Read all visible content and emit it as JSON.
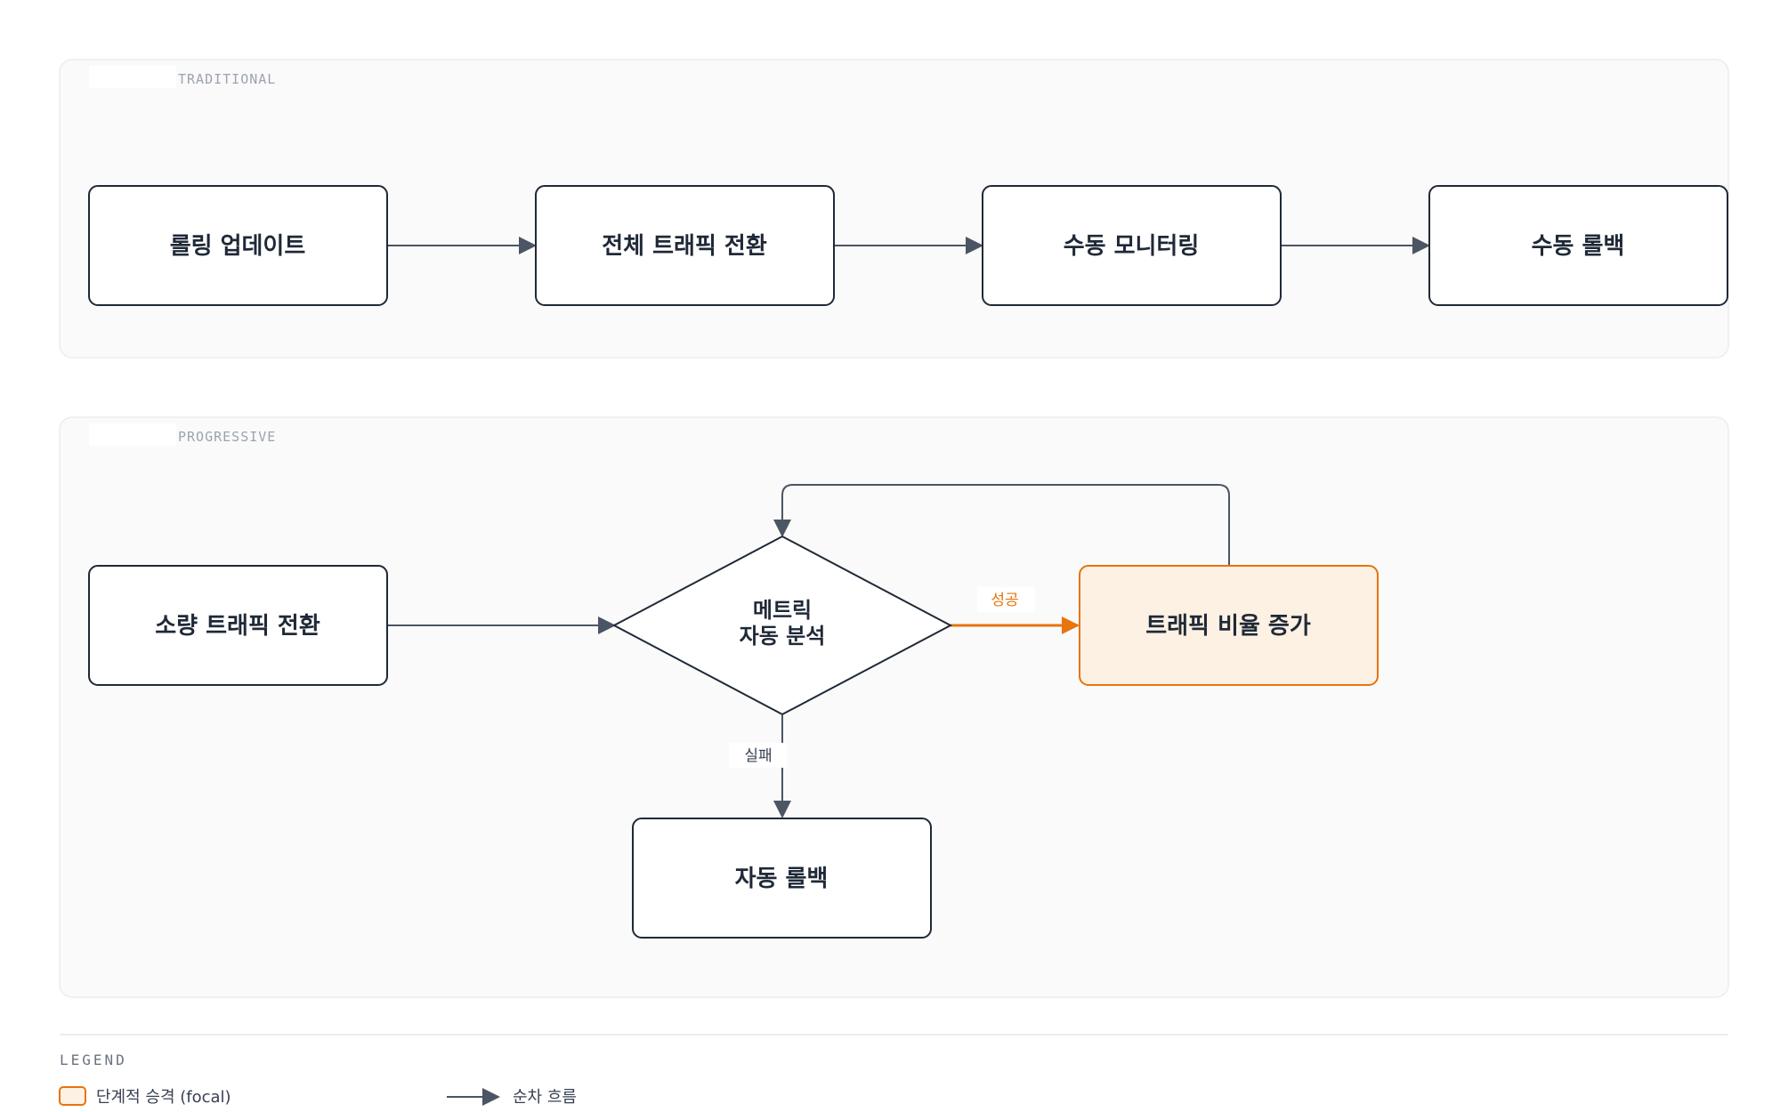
{
  "colors": {
    "node_stroke": "#1f2937",
    "edge": "#4b5563",
    "focal_stroke": "#e8740c",
    "focal_fill": "#fcf1e3",
    "focal_text": "#e8740c",
    "group_fill": "#fafafa",
    "group_stroke": "#ececec"
  },
  "groups": {
    "traditional": {
      "label": "TRADITIONAL"
    },
    "progressive": {
      "label": "PROGRESSIVE"
    }
  },
  "nodes": {
    "rolling_update": "롤링 업데이트",
    "full_switch": "전체 트래픽 전환",
    "manual_monitoring": "수동 모니터링",
    "manual_rollback": "수동 롤백",
    "small_traffic": "소량 트래픽 전환",
    "metric_analysis_line1": "메트릭",
    "metric_analysis_line2": "자동 분석",
    "increase_traffic": "트래픽 비율 증가",
    "auto_rollback": "자동 롤백"
  },
  "edges": {
    "success_label": "성공",
    "failure_label": "실패"
  },
  "legend": {
    "title": "LEGEND",
    "focal": "단계적 승격 (focal)",
    "flow": "순차 흐름"
  }
}
